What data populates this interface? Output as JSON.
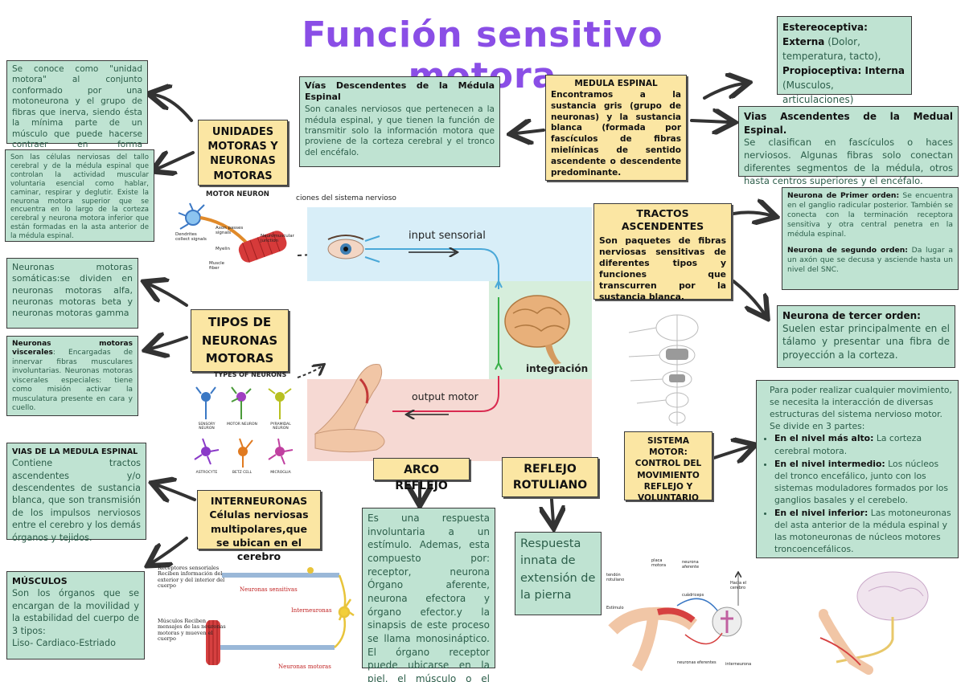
{
  "title": "Función sensitivo motora",
  "unidades_motoras": {
    "label": "UNIDADES MOTORAS Y NEURONAS MOTORAS",
    "def1": "Se conoce como \"unidad motora\" al conjunto conformado por una motoneurona y el grupo de fibras que inerva, siendo ésta la mínima parte de un músculo que puede hacerse contraer en forma independiente",
    "def2": "Son las células nerviosas del tallo cerebral y de la médula espinal que controlan la actividad muscular voluntaria esencial como hablar, caminar, respirar y deglutir. Existe la neurona motora superior que se encuentra en lo largo de la corteza cerebral y neurona motora inferior que están formadas en la asta anterior de la médula espinal."
  },
  "vias_desc": {
    "heading": "Vías Descendentes de la Médula Espinal",
    "body": "Son canales nerviosos que pertenecen a la médula espinal, y que tienen la función de transmitir solo la información motora que proviene de la corteza cerebral y el tronco del encéfalo."
  },
  "medula": {
    "heading": "MEDULA ESPINAL",
    "body": "Encontramos a la sustancia gris (grupo de neuronas) y la sustancia blanca (formada por fascículos de fibras mielínicas de sentido ascendente o descendente predominante."
  },
  "estereo": {
    "l1": "Estereoceptiva:",
    "l2b": "Externa",
    "l2": " (Dolor, temperatura, tacto),",
    "l3b": "Propioceptiva: Interna",
    "l3": "(Musculos, articulaciones)"
  },
  "vias_asc": {
    "heading": "Vias Ascendentes de la Medual Espinal.",
    "body": "Se clasifican en fascículos o haces nerviosos. Algunas fibras solo conectan diferentes segmentos de la médula, otros hasta centros superiores y el encéfalo."
  },
  "tractos": {
    "label": "TRACTOS ASCENDENTES",
    "body": "Son paquetes de fibras nerviosas sensitivas de diferentes tipos y funciones que transcurren por la sustancia blanca."
  },
  "neurona_orden": {
    "h1": "Neurona de Primer orden:",
    "b1": " Se encuentra en el ganglio radicular posterior. También se conecta con la terminación receptora sensitiva y otra central penetra en la médula espinal.",
    "h2": "Neurona de segundo orden:",
    "b2": " Da lugar a un axón que se decusa y asciende hasta un nivel del SNC."
  },
  "tercer_orden": {
    "heading": "Neurona de tercer orden:",
    "body": "Suelen estar principalmente en el tálamo y presentar una fibra de proyección a la corteza."
  },
  "tipos": {
    "label": "TIPOS DE NEURONAS MOTORAS",
    "somaticas": "Neuronas motoras somáticas:se dividen en neuronas motoras alfa, neuronas motoras beta y neuronas motoras gamma",
    "visc_h": "Neuronas motoras viscerales",
    "visc_b": ": Encargadas de innervar fibras musculares involuntarias. Neuronas motoras viscerales especiales: tiene como misión activar la musculatura presente en cara y cuello."
  },
  "diagram": {
    "title_fragment": "ciones del sistema nervioso",
    "input": "input sensorial",
    "output": "output motor",
    "integracion": "integración"
  },
  "motor_neuron": {
    "title": "MOTOR NEURON",
    "dendrites": "Dendrites collect signals",
    "axon": "Axon passes signals",
    "myelin": "Myelin",
    "nmj": "Neuromuscular junction",
    "muscle": "Muscle fiber"
  },
  "types_of_neurons": {
    "title": "TYPES OF NEURONS",
    "items": [
      "SENSORY NEURON",
      "MOTOR NEURON",
      "PYRAMIDAL NEURON",
      "ASTROCYTE",
      "BETZ CELL",
      "MICROGLIA"
    ]
  },
  "sistema_motor": {
    "label": "SISTEMA MOTOR: CONTROL DEL MOVIMIENTO REFLEJO Y VOLUNTARIO",
    "intro": "Para poder realizar cualquier movimiento, se necesita la interacción de diversas estructuras del sistema nervioso motor. Se divide en 3 partes:",
    "b1h": "En el nivel más alto:",
    "b1": " La corteza cerebral motora.",
    "b2h": "En el nivel intermedio:",
    "b2": " Los núcleos del tronco encefálico, junto con los sistemas moduladores formados por los ganglios basales y el cerebelo.",
    "b3h": "En el nivel inferior:",
    "b3": " Las motoneuronas del asta anterior de la médula espinal y las motoneuronas de núcleos motores troncoencefálicos."
  },
  "vias_medula": {
    "heading": "VIAS DE LA MEDULA ESPINAL",
    "body": "Contiene tractos ascendentes y/o descendentes de sustancia blanca, que son transmisión de los impulsos nerviosos entre el cerebro y los demás órganos y tejidos."
  },
  "interneuronas": {
    "label": "INTERNEURONAS Células nerviosas multipolares,que se ubican en el cerebro"
  },
  "musculos": {
    "heading": "MÚSCULOS",
    "body": "Son los órganos que se encargan de la movilidad y la estabilidad del cuerpo de 3 tipos:",
    "tipos": "Liso- Cardiaco-Estriado"
  },
  "fig_receptores": {
    "rec": "Receptores sensoriales Reciben información del exterior y del interior del cuerpo",
    "sens": "Neuronas sensitivas",
    "inter": "Interneuronas",
    "mus": "Músculos Reciben mensajes de las neuronas motoras y mueven el cuerpo",
    "mot": "Neuronas motoras"
  },
  "arco": {
    "label": "ARCO REFLEJO",
    "body": "Es una respuesta involuntaria a un estímulo. Ademas, esta compuesto por: receptor, neurona Órgano aferente, neurona efectora y órgano efector.y la sinapsis de este proceso se llama monosináptico. El órgano receptor puede ubicarse en la piel, el músculo o el tendón."
  },
  "rotuliano": {
    "label": "REFLEJO ROTULIANO",
    "body": "Respuesta innata de extensión de la pierna"
  },
  "fig_knee": {
    "tendon": "tendón rotuliano",
    "placa": "placa motora",
    "nafer": "neurona aferente",
    "hacia": "Hacia el cerebro",
    "cuad": "cuádriceps",
    "estim": "Estímulo",
    "nefer": "neuronas eferentes",
    "inter": "interneurona"
  },
  "colors": {
    "yellow": "#fbe6a3",
    "green": "#bfe3d2",
    "title": "#8a4ee6"
  }
}
